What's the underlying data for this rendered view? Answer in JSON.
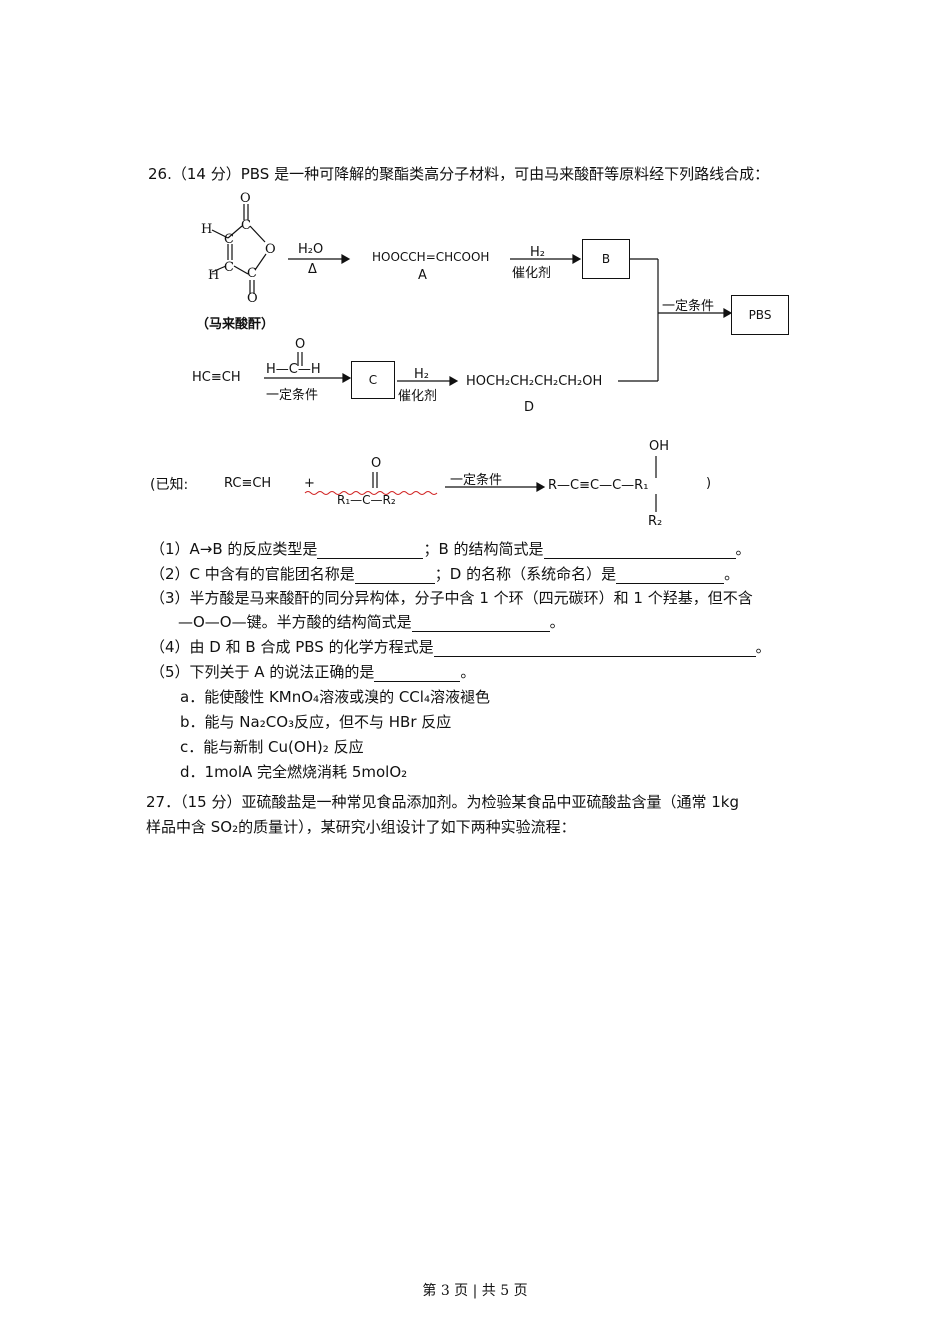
{
  "q26": {
    "header": "26.（14 分）PBS 是一种可降解的聚酯类高分子材料，可由马来酸酐等原料经下列路线合成：",
    "scheme": {
      "maleic_anhydride_label": "（马来酸酐）",
      "h2o": "H₂O",
      "heat": "Δ",
      "a_formula": "HOOCCH=CHCOOH",
      "a_label": "A",
      "h2_top": "H₂",
      "catalyst_top": "催化剂",
      "box_b": "B",
      "condition_right": "一定条件",
      "box_pbs": "PBS",
      "acetylene": "HC≡CH",
      "formaldehyde": "H—C—H",
      "formaldehyde_o": "O",
      "condition_bottom": "一定条件",
      "box_c": "C",
      "h2_bottom": "H₂",
      "catalyst_bottom": "催化剂",
      "d_formula": "HOCH₂CH₂CH₂CH₂OH",
      "d_label": "D",
      "ring_h_top": "H",
      "ring_h_bottom": "H",
      "ring_c1": "C",
      "ring_c2": "C",
      "ring_c3": "C",
      "ring_c4": "C",
      "ring_o": "O",
      "ring_o_top": "O",
      "ring_o_bottom": "O"
    },
    "known": {
      "label": "(已知:",
      "reactant1": "RC≡CH",
      "plus": "+",
      "ketone_o": "O",
      "ketone": "R₁—C—R₂",
      "condition": "一定条件",
      "product": "R—C≡C—C—R₁",
      "product_oh": "OH",
      "product_r2": "R₂",
      "close": ")"
    },
    "questions": [
      {
        "prefix": "（1）A→B 的反应类型是",
        "mid": "；B 的结构简式是",
        "end": "。"
      },
      {
        "prefix": "（2）C 中含有的官能团名称是",
        "mid": "；D 的名称（系统命名）是",
        "end": "。"
      },
      {
        "prefix": "（3）半方酸是马来酸酐的同分异构体，分子中含 1 个环（四元碳环）和 1 个羟基，但不含",
        "line2": "—O—O—键。半方酸的结构简式是",
        "end": "。"
      },
      {
        "prefix": "（4）由 D 和 B 合成 PBS 的化学方程式是",
        "end": "。"
      },
      {
        "prefix": "（5）下列关于 A 的说法正确的是",
        "end": "。"
      }
    ],
    "options": [
      "a．能使酸性 KMnO₄溶液或溴的 CCl₄溶液褪色",
      "b．能与 Na₂CO₃反应，但不与 HBr 反应",
      "c．能与新制 Cu(OH)₂ 反应",
      "d．1molA 完全燃烧消耗 5molO₂"
    ]
  },
  "q27": {
    "line1": "27．（15 分）亚硫酸盐是一种常见食品添加剂。为检验某食品中亚硫酸盐含量（通常 1kg",
    "line2": "样品中含 SO₂的质量计），某研究小组设计了如下两种实验流程："
  },
  "footer": "第 3 页 | 共 5 页"
}
